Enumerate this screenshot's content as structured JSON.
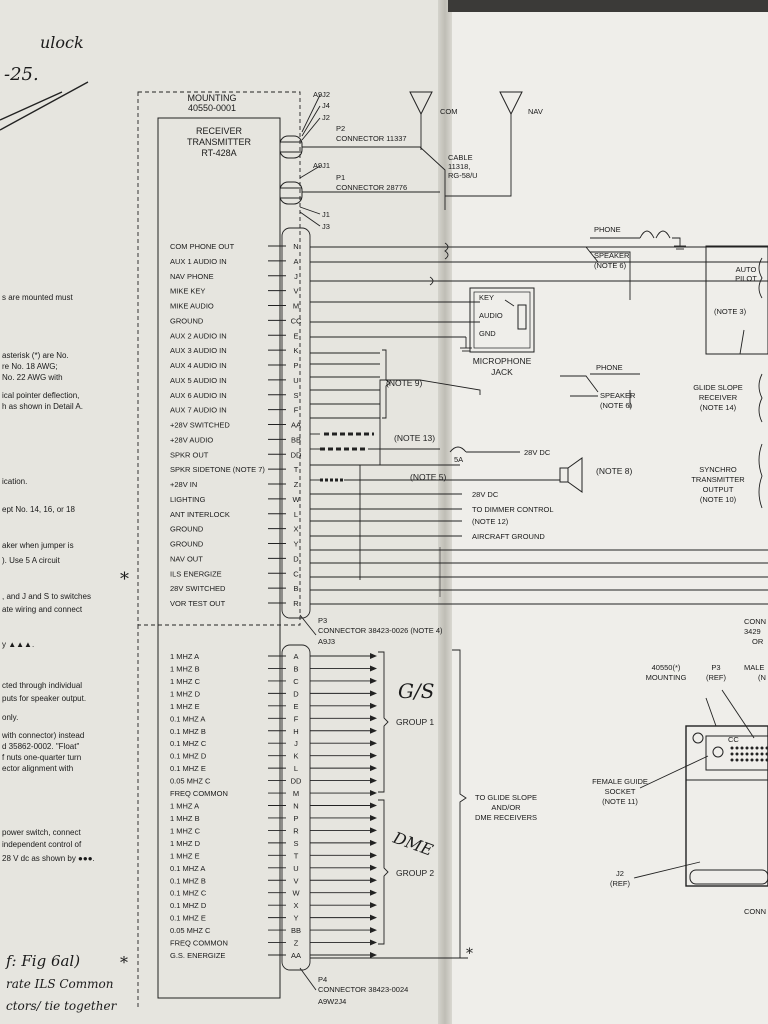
{
  "left_notes": [
    "s are mounted must",
    "asterisk (*) are No.",
    "re No. 18 AWG;",
    "No. 22 AWG with",
    "ical pointer deflection,",
    "h as shown in Detail A.",
    "ication.",
    "ept No. 14, 16, or 18",
    "aker when jumper is",
    "). Use 5 A circuit",
    ", and J and S to switches",
    "ate wiring and connect",
    "y ▲▲▲.",
    "cted through individual",
    "puts for speaker output.",
    "only.",
    "with connector) instead",
    "d 35862-0002. \"Float\"",
    "f nuts one-quarter turn",
    "ector alignment with",
    "power switch, connect",
    "independent control of",
    "28 V dc as shown by ●●●."
  ],
  "handwriting": {
    "top": "ulock",
    "top2": "-25.",
    "gs": "G/S",
    "dme": "DME",
    "bottom1": "f: Fig 6al)",
    "bottom2": "rate ILS Common",
    "bottom3": "ctors/ tie together"
  },
  "mounting": {
    "line1": "MOUNTING",
    "line2": "40550-0001"
  },
  "unit": {
    "line1": "RECEIVER",
    "line2": "TRANSMITTER",
    "line3": "RT-428A"
  },
  "connector_labels": {
    "a9j2": "A9J2",
    "j4": "J4",
    "j2": "J2",
    "p2": "P2",
    "p2_conn": "CONNECTOR 11337",
    "a9j1": "A9J1",
    "p1": "P1",
    "p1_conn": "CONNECTOR 28776",
    "j1": "J1",
    "j3": "J3",
    "p3": "P3",
    "p3_conn": "CONNECTOR 38423-0026 (NOTE 4)",
    "a9j3": "A9J3",
    "p4": "P4",
    "p4_conn": "CONNECTOR 38423-0024",
    "a9w2j4": "A9W2J4"
  },
  "antennas": {
    "com": "COM",
    "nav": "NAV",
    "cable1": "CABLE",
    "cable2": "11318,",
    "cable3": "RG-58/U"
  },
  "pins_p3": [
    {
      "label": "COM PHONE OUT",
      "pin": "N"
    },
    {
      "label": "AUX 1 AUDIO IN",
      "pin": "A"
    },
    {
      "label": "NAV PHONE",
      "pin": "J"
    },
    {
      "label": "MIKE KEY",
      "pin": "V"
    },
    {
      "label": "MIKE AUDIO",
      "pin": "M"
    },
    {
      "label": "GROUND",
      "pin": "CC"
    },
    {
      "label": "AUX 2 AUDIO IN",
      "pin": "E"
    },
    {
      "label": "AUX 3 AUDIO IN",
      "pin": "K"
    },
    {
      "label": "AUX 4 AUDIO IN",
      "pin": "P"
    },
    {
      "label": "AUX 5 AUDIO IN",
      "pin": "U"
    },
    {
      "label": "AUX 6 AUDIO IN",
      "pin": "S"
    },
    {
      "label": "AUX 7 AUDIO IN",
      "pin": "F"
    },
    {
      "label": "+28V SWITCHED",
      "pin": "AA"
    },
    {
      "label": "+28V AUDIO",
      "pin": "BB"
    },
    {
      "label": "SPKR OUT",
      "pin": "DD"
    },
    {
      "label": "SPKR SIDETONE (NOTE 7)",
      "pin": "T"
    },
    {
      "label": "+28V IN",
      "pin": "Z"
    },
    {
      "label": "LIGHTING",
      "pin": "W"
    },
    {
      "label": "ANT INTERLOCK",
      "pin": "L"
    },
    {
      "label": "GROUND",
      "pin": "X"
    },
    {
      "label": "GROUND",
      "pin": "Y"
    },
    {
      "label": "NAV OUT",
      "pin": "D"
    },
    {
      "label": "ILS ENERGIZE",
      "pin": "C"
    },
    {
      "label": "28V SWITCHED",
      "pin": "B"
    },
    {
      "label": "VOR TEST OUT",
      "pin": "R"
    }
  ],
  "pins_p4": [
    {
      "label": "1 MHZ A",
      "pin": "A"
    },
    {
      "label": "1 MHZ B",
      "pin": "B"
    },
    {
      "label": "1 MHZ C",
      "pin": "C"
    },
    {
      "label": "1 MHZ D",
      "pin": "D"
    },
    {
      "label": "1 MHZ E",
      "pin": "E"
    },
    {
      "label": "0.1 MHZ A",
      "pin": "F"
    },
    {
      "label": "0.1 MHZ B",
      "pin": "H"
    },
    {
      "label": "0.1 MHZ C",
      "pin": "J"
    },
    {
      "label": "0.1 MHZ D",
      "pin": "K"
    },
    {
      "label": "0.1 MHZ E",
      "pin": "L"
    },
    {
      "label": "0.05 MHZ C",
      "pin": "DD"
    },
    {
      "label": "FREQ COMMON",
      "pin": "M"
    },
    {
      "label": "1 MHZ A",
      "pin": "N"
    },
    {
      "label": "1 MHZ B",
      "pin": "P"
    },
    {
      "label": "1 MHZ C",
      "pin": "R"
    },
    {
      "label": "1 MHZ D",
      "pin": "S"
    },
    {
      "label": "1 MHZ E",
      "pin": "T"
    },
    {
      "label": "0.1 MHZ A",
      "pin": "U"
    },
    {
      "label": "0.1 MHZ B",
      "pin": "V"
    },
    {
      "label": "0.1 MHZ C",
      "pin": "W"
    },
    {
      "label": "0.1 MHZ D",
      "pin": "X"
    },
    {
      "label": "0.1 MHZ E",
      "pin": "Y"
    },
    {
      "label": "0.05 MHZ C",
      "pin": "BB"
    },
    {
      "label": "FREQ COMMON",
      "pin": "Z"
    },
    {
      "label": "G.S. ENERGIZE",
      "pin": "AA"
    }
  ],
  "annotations": {
    "note9": "(NOTE 9)",
    "note13": "(NOTE 13)",
    "fuse": "5A",
    "v28dc": "28V DC",
    "note5": "(NOTE 5)",
    "v28dc2": "28V DC",
    "dimmer": "TO DIMMER CONTROL",
    "note12": "(NOTE 12)",
    "aircraft_ground": "AIRCRAFT GROUND",
    "note8": "(NOTE 8)",
    "group1": "GROUP 1",
    "group2": "GROUP 2",
    "to_glide1": "TO GLIDE SLOPE",
    "to_glide2": "AND/OR",
    "to_glide3": "DME RECEIVERS"
  },
  "mic_jack": {
    "key": "KEY",
    "audio": "AUDIO",
    "gnd": "GND",
    "label1": "MICROPHONE",
    "label2": "JACK"
  },
  "right": {
    "phone1": "PHONE",
    "speaker1": "SPEAKER",
    "speaker1_note": "(NOTE 6)",
    "phone2": "PHONE",
    "speaker2": "SPEAKER",
    "speaker2_note": "(NOTE 6)",
    "autopilot1": "AUTO",
    "autopilot2": "PILOT",
    "note3": "(NOTE 3)",
    "glide1": "GLIDE SLOPE",
    "glide2": "RECEIVER",
    "glide3": "(NOTE 14)",
    "synchro1": "SYNCHRO",
    "synchro2": "TRANSMITTER",
    "synchro3": "OUTPUT",
    "synchro4": "(NOTE 10)",
    "conn1": "CONN",
    "conn2": "3429",
    "conn3": "OR",
    "mount1": "40550(*)",
    "mount2": "MOUNTING",
    "p3ref1": "P3",
    "p3ref2": "(REF)",
    "male1": "MALE",
    "male2": "(N",
    "cc": "CC",
    "female1": "FEMALE GUIDE",
    "female2": "SOCKET",
    "female3": "(NOTE 11)",
    "j2ref1": "J2",
    "j2ref2": "(REF)",
    "conn_bottom": "CONN"
  }
}
